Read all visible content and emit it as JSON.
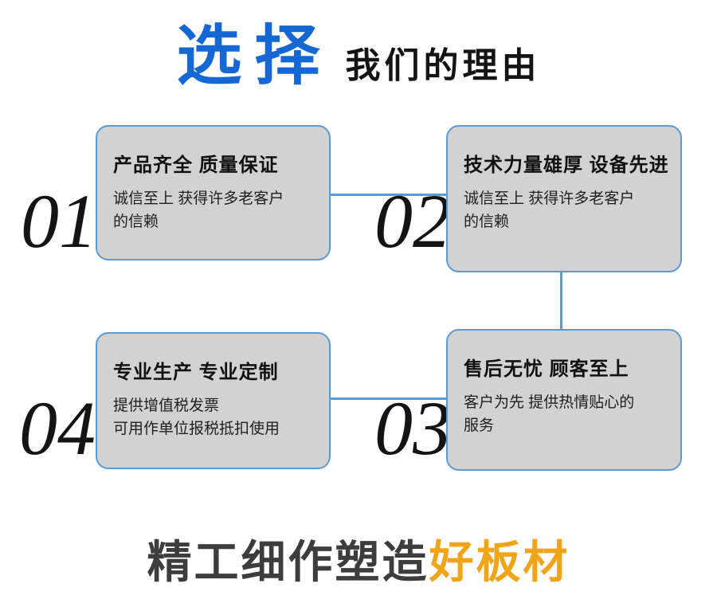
{
  "header": {
    "title_highlight": "选择",
    "title_rest": "我们的理由"
  },
  "cards": [
    {
      "number": "01",
      "title": "产品齐全 质量保证",
      "body": "诚信至上 获得许多老客户\n的信赖"
    },
    {
      "number": "02",
      "title": "技术力量雄厚 设备先进",
      "body": "诚信至上 获得许多老客户\n的信赖"
    },
    {
      "number": "03",
      "title": "售后无忧 顾客至上",
      "body": "客户为先 提供热情贴心的\n服务"
    },
    {
      "number": "04",
      "title": "专业生产 专业定制",
      "body": "提供增值税发票\n可用作单位报税抵扣使用"
    }
  ],
  "footer": {
    "main": "精工细作塑造",
    "accent": "好板材"
  },
  "colors": {
    "title_blue": "#1568d4",
    "card_border_blue": "#5b9bd5",
    "card_background": "#d2d2d2",
    "accent_orange": "#f0a418",
    "text_dark": "#141414"
  }
}
